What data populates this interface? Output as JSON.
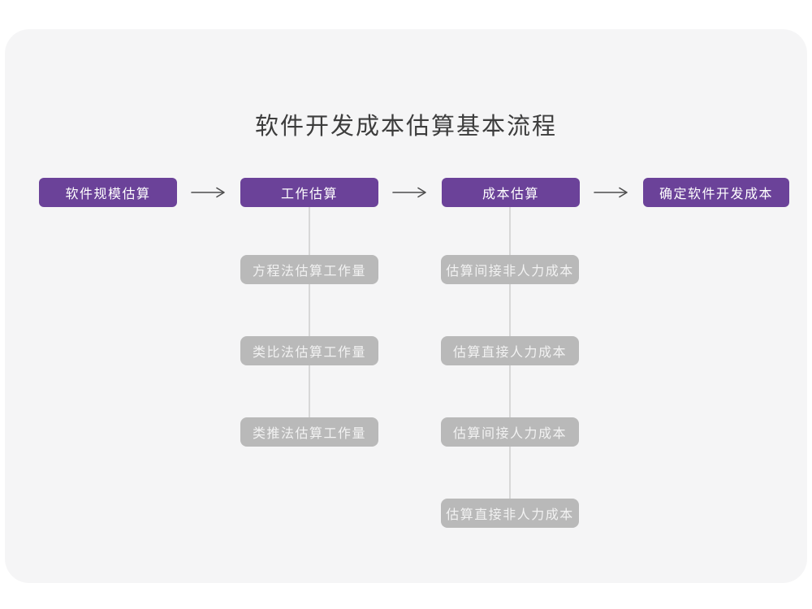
{
  "title": "软件开发成本估算基本流程",
  "colors": {
    "canvas_background": "#f5f5f6",
    "main_node": "#6b4299",
    "sub_node": "#b9b9b9",
    "connector": "#d8d8d8",
    "arrow": "#4d4d4d",
    "title_text": "#3d3d3d"
  },
  "flow": {
    "main_steps": [
      {
        "label": "软件规模估算"
      },
      {
        "label": "工作估算",
        "children": [
          "方程法估算工作量",
          "类比法估算工作量",
          "类推法估算工作量"
        ]
      },
      {
        "label": "成本估算",
        "children": [
          "估算间接非人力成本",
          "估算直接人力成本",
          "估算间接人力成本",
          "估算直接非人力成本"
        ]
      },
      {
        "label": "确定软件开发成本"
      }
    ]
  }
}
